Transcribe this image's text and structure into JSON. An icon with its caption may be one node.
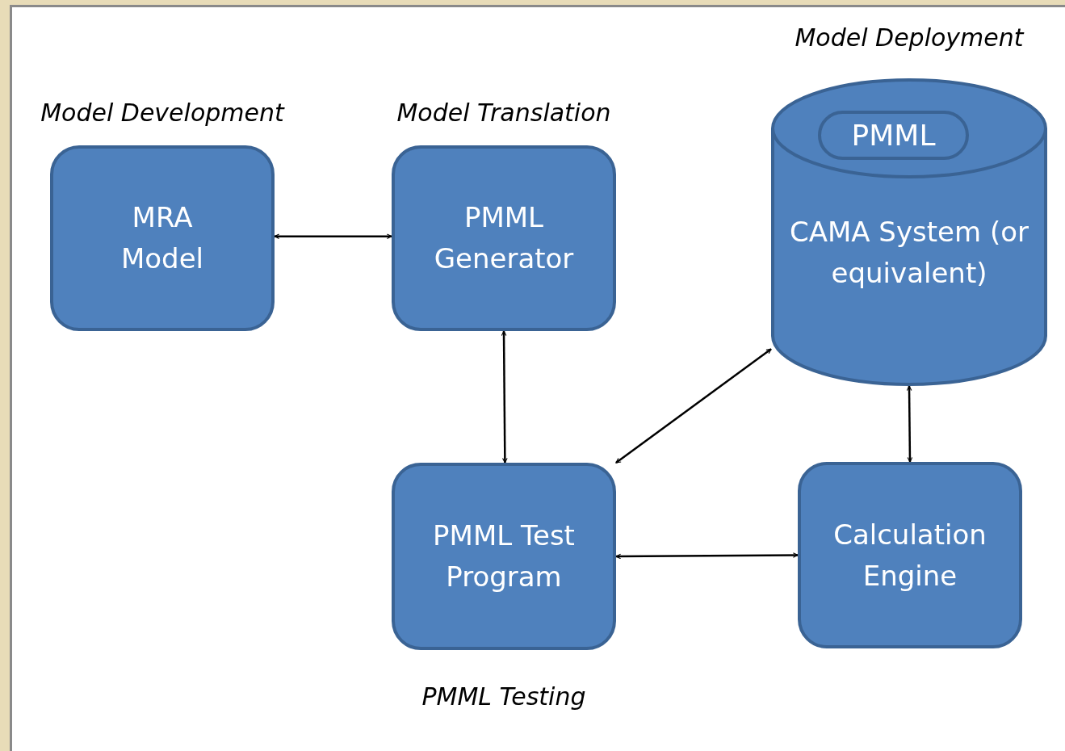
{
  "diagram": {
    "nodes": [
      {
        "text": [
          "Model Development",
          "MRA Model"
        ]
      },
      {
        "text": [
          "Model Translation",
          "PMML Generator"
        ]
      },
      {
        "text": [
          "Model Deployment",
          "CAMA System (or equivalent)"
        ]
      },
      {
        "text": [
          "PMML"
        ],
        "in": 2
      },
      {
        "text": [
          "PMML Test Program",
          "PMML Testing"
        ]
      },
      {
        "text": [
          "Calculation Engine"
        ]
      }
    ],
    "edges": [
      {
        "from": 0,
        "to": 1,
        "arrow": "both"
      },
      {
        "from": 1,
        "to": 4,
        "arrow": "both"
      },
      {
        "from": 4,
        "to": 2,
        "arrow": "both"
      },
      {
        "from": 4,
        "to": 5,
        "arrow": "both"
      },
      {
        "from": 2,
        "to": 5,
        "arrow": "both"
      }
    ]
  }
}
